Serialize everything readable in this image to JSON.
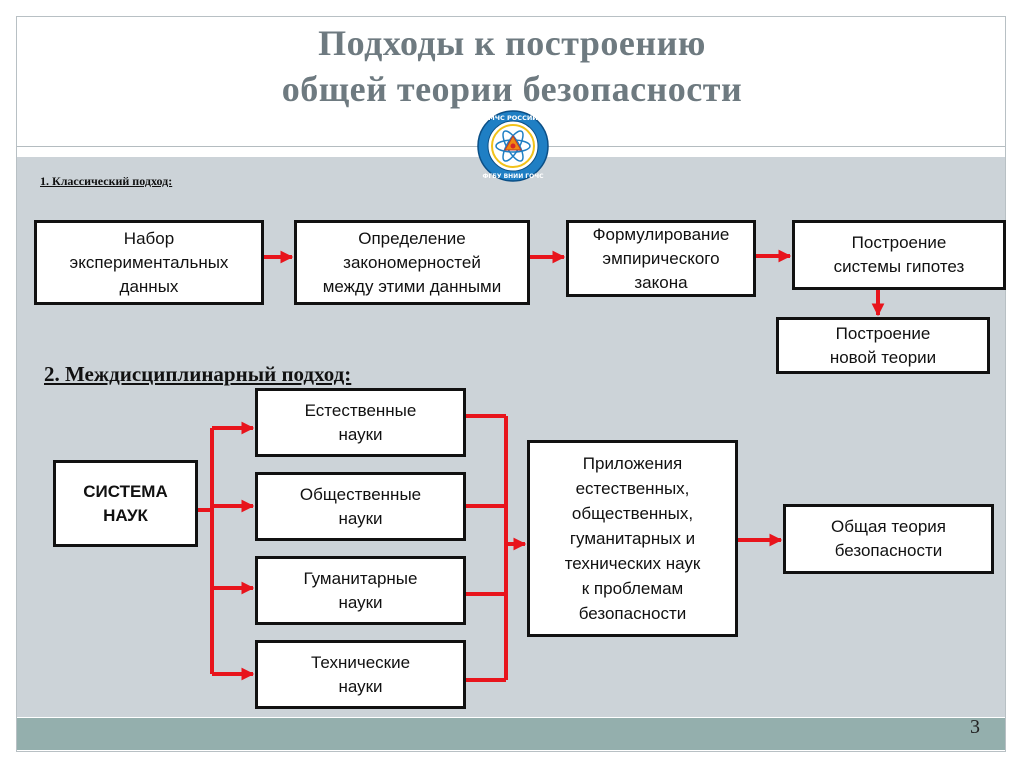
{
  "title": {
    "line1": "Подходы к построению",
    "line2": "общей теории безопасности"
  },
  "logo": {
    "icon": "emblem-icon",
    "top_text": "МЧС РОССИИ",
    "bottom_text": "ФГБУ ВНИИ ГОЧС"
  },
  "section1": {
    "label": "1. Классический подход:",
    "boxes": [
      "Набор\nэкспериментальных\nданных",
      "Определение\nзакономерностей\nмежду этими данными",
      "Формулирование\nэмпирического\nзакона",
      "Построение\nсистемы гипотез",
      "Построение\nновой теории"
    ]
  },
  "section2": {
    "label": "2. Междисциплинарный подход:",
    "system": "СИСТЕМА\nНАУК",
    "sciences": [
      "Естественные\nнауки",
      "Общественные\nнауки",
      "Гуманитарные\nнауки",
      "Технические\nнауки"
    ],
    "applications": "Приложения\nестественных,\nобщественных,\nгуманитарных и\nтехнических наук\nк проблемам\nбезопасности",
    "result": "Общая теория\nбезопасности"
  },
  "page_number": "3",
  "colors": {
    "title": "#6e7a80",
    "panel": "#ccd3d8",
    "bottom_bar": "#94afad",
    "arrow": "#e8141c"
  }
}
